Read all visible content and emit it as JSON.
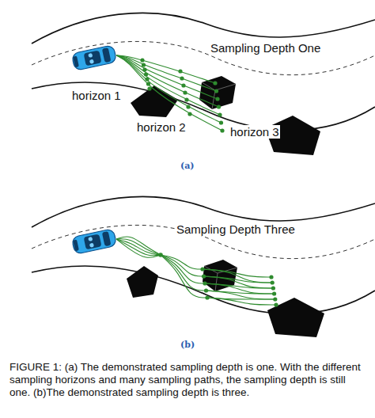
{
  "diagram": {
    "caption": "FIGURE 1: (a) The demonstrated sampling depth is one. With the different sampling horizons and many sampling paths, the sampling depth is still one. (b)The demonstrated sampling depth is three.",
    "labels": [
      "Sampling Depth One",
      "horizon 1",
      "horizon 2",
      "horizon 3",
      "(a)",
      "Sampling Depth Three",
      "(b)"
    ]
  }
}
